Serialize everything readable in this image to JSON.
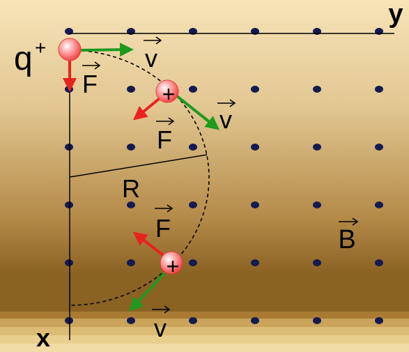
{
  "labels": {
    "charge": "q",
    "charge_sup": "+",
    "axis_x": "x",
    "axis_y": "y",
    "radius": "R",
    "field": "B",
    "velocity": "v",
    "force": "F",
    "plus": "+"
  },
  "colors": {
    "velocity_arrow": "#1e9a1e",
    "force_arrow": "#e8221f",
    "dot": "#151a52",
    "charge_fill": "#ff5a5a",
    "bg_top": "#f6e2b4",
    "bg_bottom": "#8c6424"
  },
  "grid": {
    "columns": 6,
    "rows": 6
  }
}
